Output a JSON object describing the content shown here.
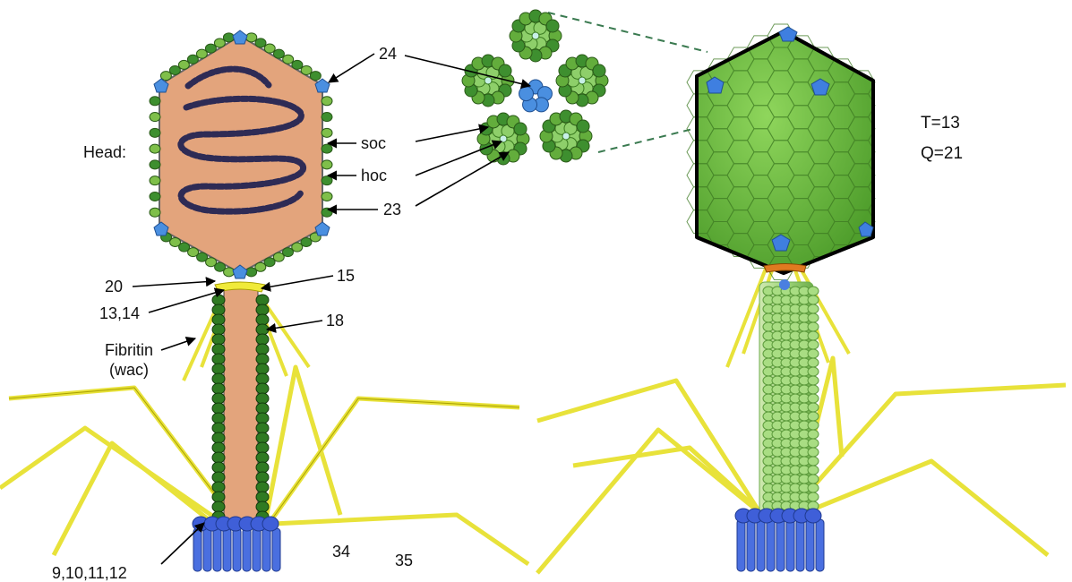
{
  "labels": {
    "head": "Head:",
    "protein_24": "24",
    "soc": "soc",
    "hoc": "hoc",
    "protein_23": "23",
    "protein_20": "20",
    "protein_15": "15",
    "protein_13_14": "13,14",
    "protein_18": "18",
    "fibritin_line1": "Fibritin",
    "fibritin_line2": "(wac)",
    "protein_9_12": "9,10,11,12",
    "protein_34": "34",
    "protein_35": "35",
    "triangulation": "T=13",
    "q_number": "Q=21"
  },
  "colors": {
    "capsid_interior": "#e3a47c",
    "soc_green": "#7fbf4a",
    "hoc_green": "#3e8f2f",
    "vertex_blue": "#4a8fe0",
    "capsid_surface": "#6cc13f",
    "tail_fiber_yellow": "#f0ea3a",
    "baseplate_blue": "#4a6fe0",
    "dna": "#2e2b55"
  }
}
